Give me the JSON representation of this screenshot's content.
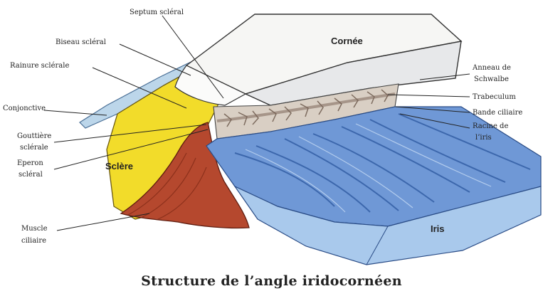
{
  "caption": "Structure de l’angle iridocornéen",
  "structures": {
    "cornee": "Cornée",
    "sclere": "Sclère",
    "iris": "Iris"
  },
  "labels": {
    "septum": "Septum scléral",
    "biseau": "Biseau scléral",
    "rainure": "Rainure sclérale",
    "conjonctive": "Conjonctive",
    "gouttiere_1": "Gouttière",
    "gouttiere_2": "sclérale",
    "eperon_1": "Eperon",
    "eperon_2": "scléral",
    "muscle_1": "Muscle",
    "muscle_2": "ciliaire",
    "anneau_1": "Anneau de",
    "anneau_2": "Schwalbe",
    "trabeculum": "Trabeculum",
    "bande": "Bande ciliaire",
    "racine_1": "Racine de",
    "racine_2": "l’iris"
  },
  "colors": {
    "sclera": "#f2dc2a",
    "cornea": "#f4f4f2",
    "conjunctiva": "#bcd6ea",
    "muscle": "#b5482e",
    "iris": "#6f98d6",
    "iris_side": "#a9c9ec",
    "trabecular": "#8a7566"
  }
}
